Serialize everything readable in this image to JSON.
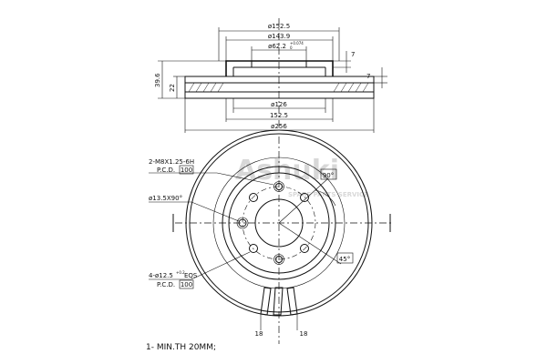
{
  "watermark": {
    "brand": "Ashuki",
    "sub": "SPARE PARTS SERVICE"
  },
  "side_view": {
    "dims": {
      "d_outer_top": "ø152.5",
      "d_143": "ø143.9",
      "d_pilot": "ø62.2",
      "d_pilot_tol_upper": "+0.074",
      "d_pilot_tol_lower": "0",
      "hat_depth": "7",
      "flange_thk": "7",
      "total_height": "39.6",
      "disc_thk": "22",
      "d_126": "ø126",
      "d_152_bottom": "152.5",
      "d_256": "ø256"
    }
  },
  "front_view": {
    "notes": {
      "thread_spec": "2-M8X1.25-6H",
      "thread_pcd_label": "P.C.D.",
      "thread_pcd_value": "100",
      "countersink": "ø13.5X90°",
      "bolt_holes_spec": "4-ø12.5",
      "bolt_holes_tol": "+0.2",
      "bolt_holes_eqs": "EQS",
      "bolt_pcd_label": "P.C.D.",
      "bolt_pcd_value": "100",
      "angle_90": "90°",
      "angle_45": "45°",
      "vane_left": "18",
      "vane_right": "18"
    }
  },
  "footer_note": "1- MIN.TH 20MM;"
}
